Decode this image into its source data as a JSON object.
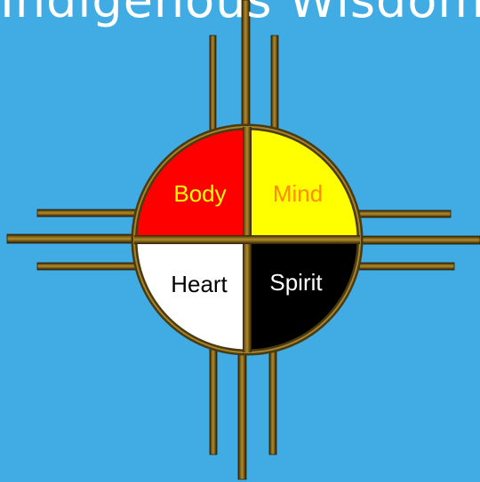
{
  "title": "Indigenous Wisdom",
  "colors": {
    "background": "#41ace4",
    "bar_gold": "#5c4612",
    "rim_gold": "#4a3a10",
    "body_quadrant": "#ff0000",
    "mind_quadrant": "#ffff00",
    "heart_quadrant": "#ffffff",
    "spirit_quadrant": "#000000",
    "body_text": "#ffff00",
    "mind_text": "#ff8c00",
    "heart_text": "#000000",
    "spirit_text": "#ffffff"
  },
  "quadrants": {
    "body": "Body",
    "mind": "Mind",
    "heart": "Heart",
    "spirit": "Spirit"
  }
}
